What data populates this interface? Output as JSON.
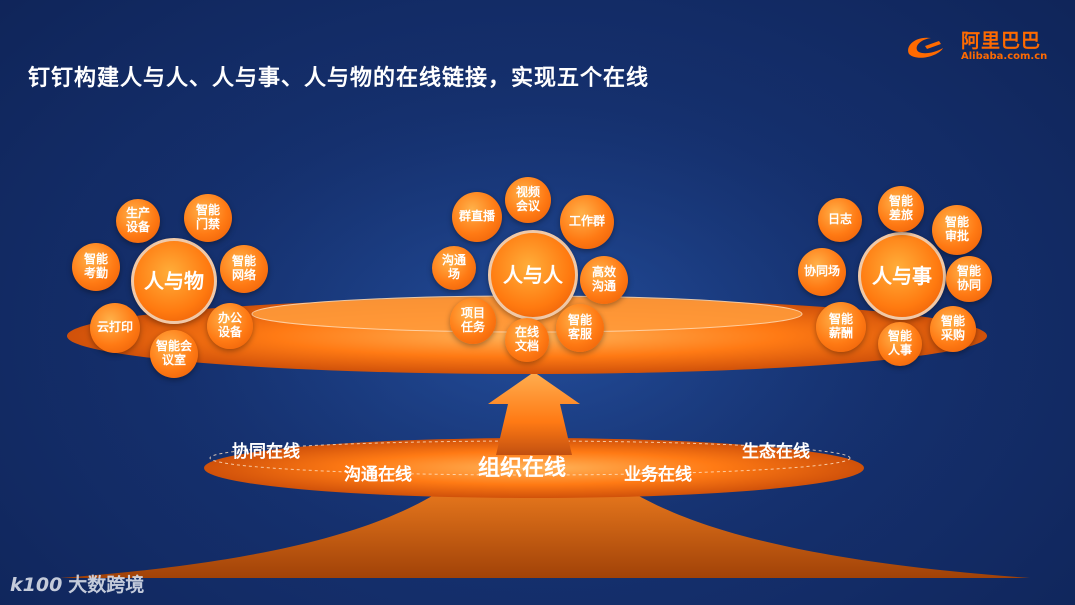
{
  "title": "钉钉构建人与人、人与事、人与物的在线链接，实现五个在线",
  "logo": {
    "cn": "阿里巴巴",
    "en": "Alibaba.com.cn"
  },
  "accent": "#ff7a14",
  "background": "#15306e",
  "hubs": {
    "left": {
      "center": "人与物",
      "items": [
        "生产\n设备",
        "智能\n门禁",
        "智能\n网络",
        "办公\n设备",
        "智能会\n议室",
        "云打印",
        "智能\n考勤"
      ]
    },
    "middle": {
      "center": "人与人",
      "items": [
        "群直播",
        "视频\n会议",
        "工作群",
        "高效\n沟通",
        "智能\n客服",
        "在线\n文档",
        "项目\n任务",
        "沟通\n场"
      ]
    },
    "right": {
      "center": "人与事",
      "items": [
        "日志",
        "智能\n差旅",
        "智能\n审批",
        "智能\n协同",
        "智能\n采购",
        "智能\n人事",
        "智能\n薪酬",
        "协同场"
      ]
    }
  },
  "layers": {
    "collab": "协同在线",
    "comm": "沟通在线",
    "org": "组织在线",
    "business": "业务在线",
    "eco": "生态在线"
  },
  "watermark": {
    "logo": "k100",
    "text": "大数跨境"
  }
}
